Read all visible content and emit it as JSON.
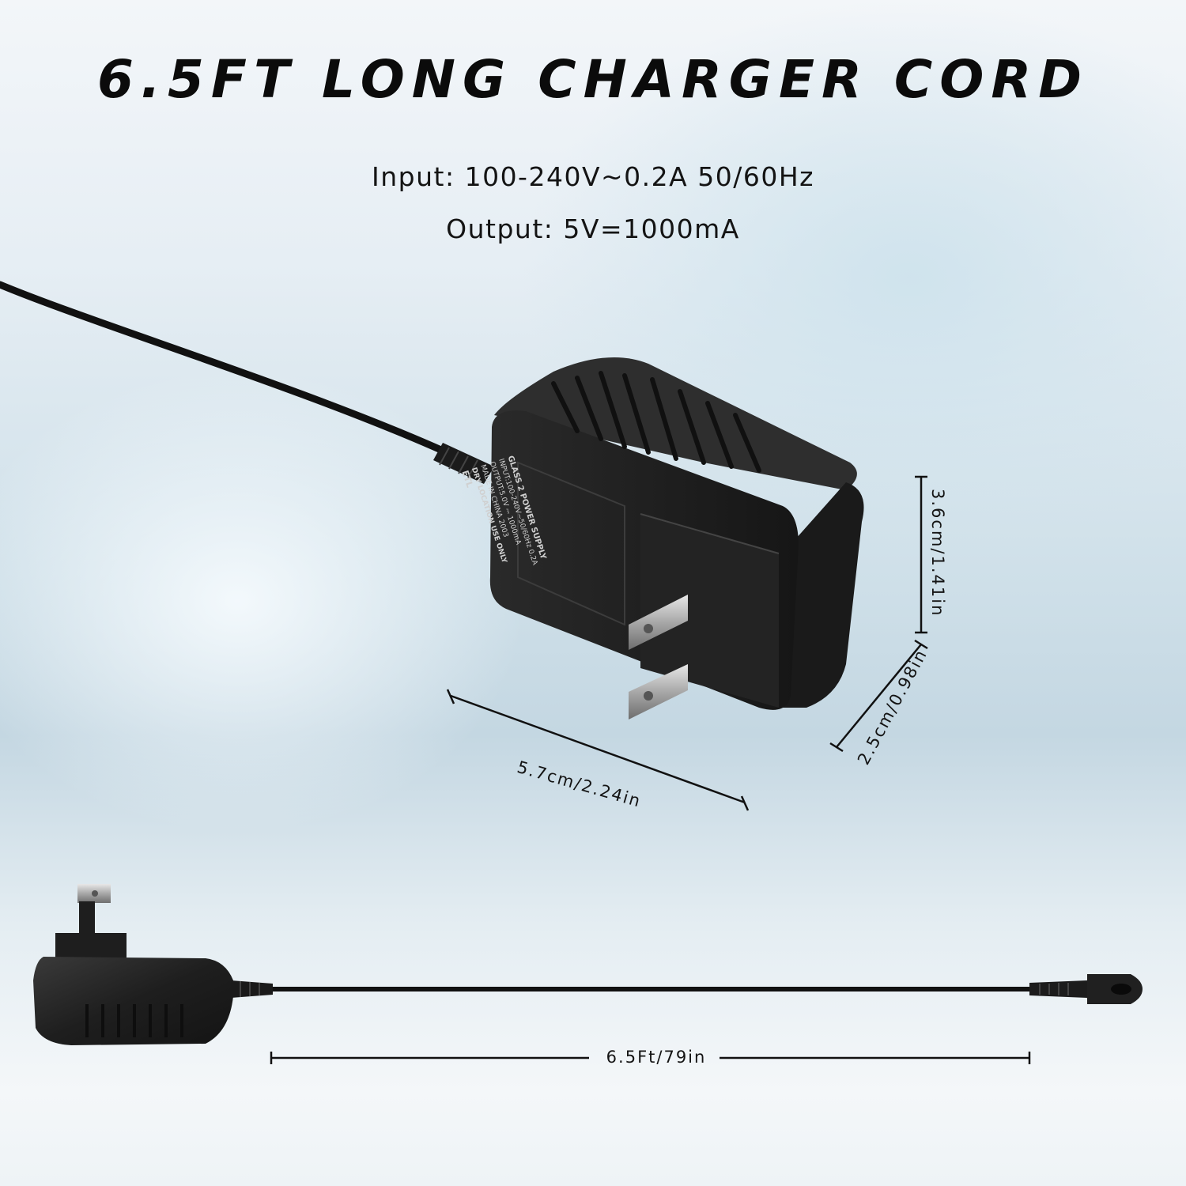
{
  "title": "6.5FT LONG CHARGER CORD",
  "specs": {
    "input": "Input: 100-240V~0.2A 50/60Hz",
    "output": "Output: 5V=1000mA"
  },
  "dimensions": {
    "width": "5.7cm/2.24in",
    "height": "3.6cm/1.41in",
    "depth": "2.5cm/0.98in",
    "cable_length": "6.5Ft/79in"
  },
  "adapter_label": {
    "line1": "GLASS 2 POWER SUPPLY",
    "line2": "INPUT:100-240V~50/60Hz 0.2A",
    "line3": "OUTPUT:5.0V ⎓ 1000mA",
    "line4": "MADE IN CHINA 2003",
    "line5": "DRY LOCATION USE ONLY",
    "cert": "ETL"
  },
  "colors": {
    "adapter_body": "#1c1c1c",
    "text": "#0b0b0b"
  }
}
